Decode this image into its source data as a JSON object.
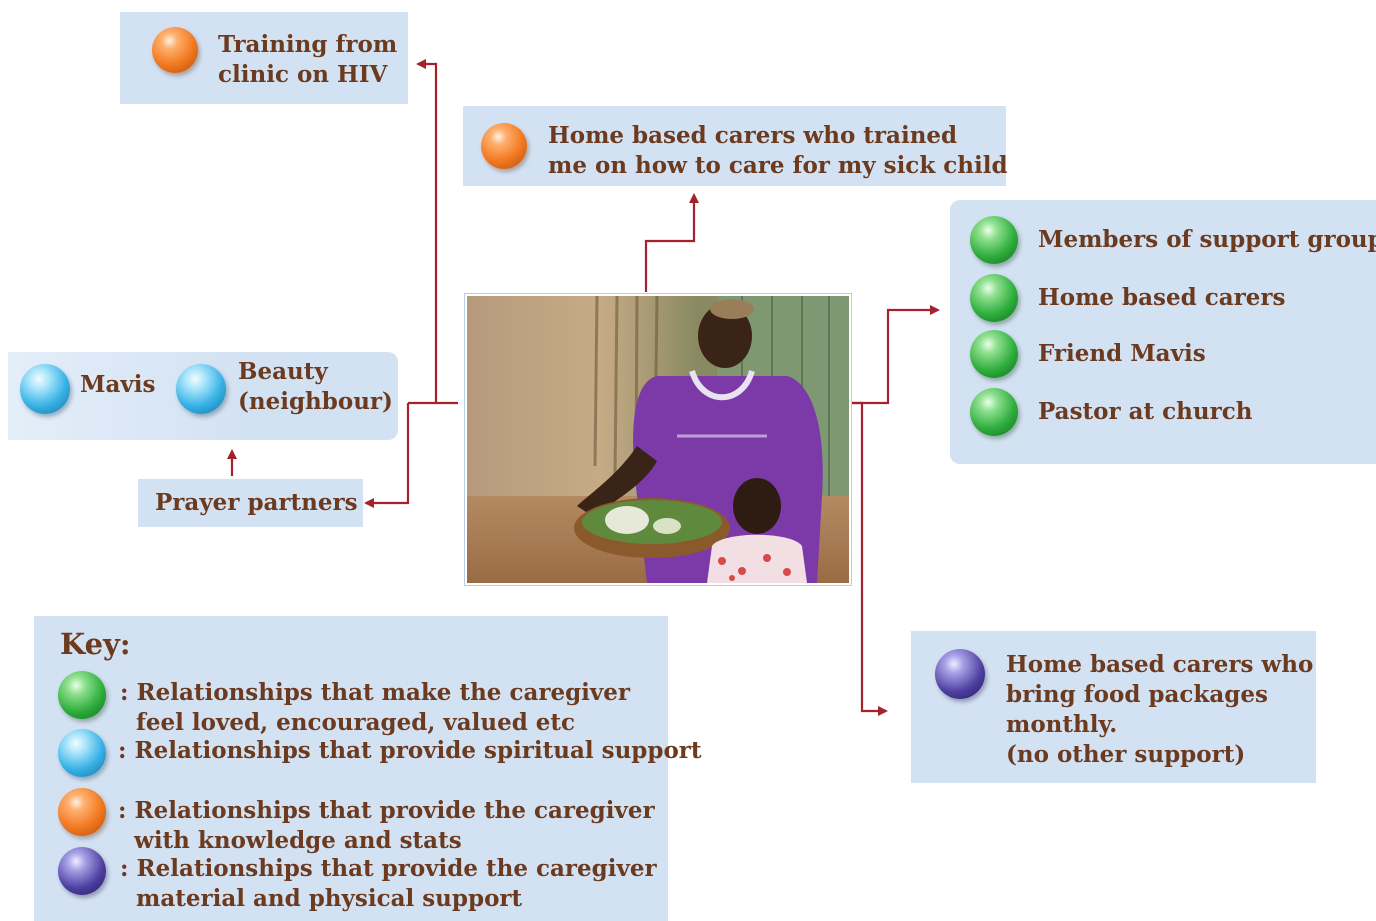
{
  "training_box": {
    "text": "Training from\nclinic on HIV",
    "color": "orange"
  },
  "home_carers_trained_box": {
    "text": "Home based carers who trained\nme on how to care for my sick child",
    "color": "orange"
  },
  "support_list": {
    "items": [
      {
        "label": "Members of support group",
        "color": "green"
      },
      {
        "label": "Home based carers",
        "color": "green"
      },
      {
        "label": "Friend Mavis",
        "color": "green"
      },
      {
        "label": "Pastor at church",
        "color": "green"
      }
    ]
  },
  "spiritual_box": {
    "items": [
      {
        "label": "Mavis",
        "color": "blue"
      },
      {
        "label": "Beauty\n(neighbour)",
        "color": "blue"
      }
    ]
  },
  "prayer_partners": {
    "label": "Prayer partners"
  },
  "food_packages_box": {
    "text": "Home based carers who\nbring food packages\nmonthly.\n(no other support)",
    "color": "purple"
  },
  "photo": {
    "description_icon": "caregiver-with-child-photo"
  },
  "key": {
    "title": "Key:",
    "items": [
      {
        "color": "green",
        "text": ": Relationships that make the caregiver\n  feel loved, encouraged, valued etc"
      },
      {
        "color": "blue",
        "text": ": Relationships that provide spiritual support"
      },
      {
        "color": "orange",
        "text": ": Relationships that provide the caregiver\n  with knowledge and stats"
      },
      {
        "color": "purple",
        "text": ": Relationships that provide the caregiver\n  material and physical support"
      }
    ]
  },
  "colors": {
    "box_fill": "#d3e2f3",
    "text": "#6b3a1f",
    "arrow": "#a3222c"
  }
}
